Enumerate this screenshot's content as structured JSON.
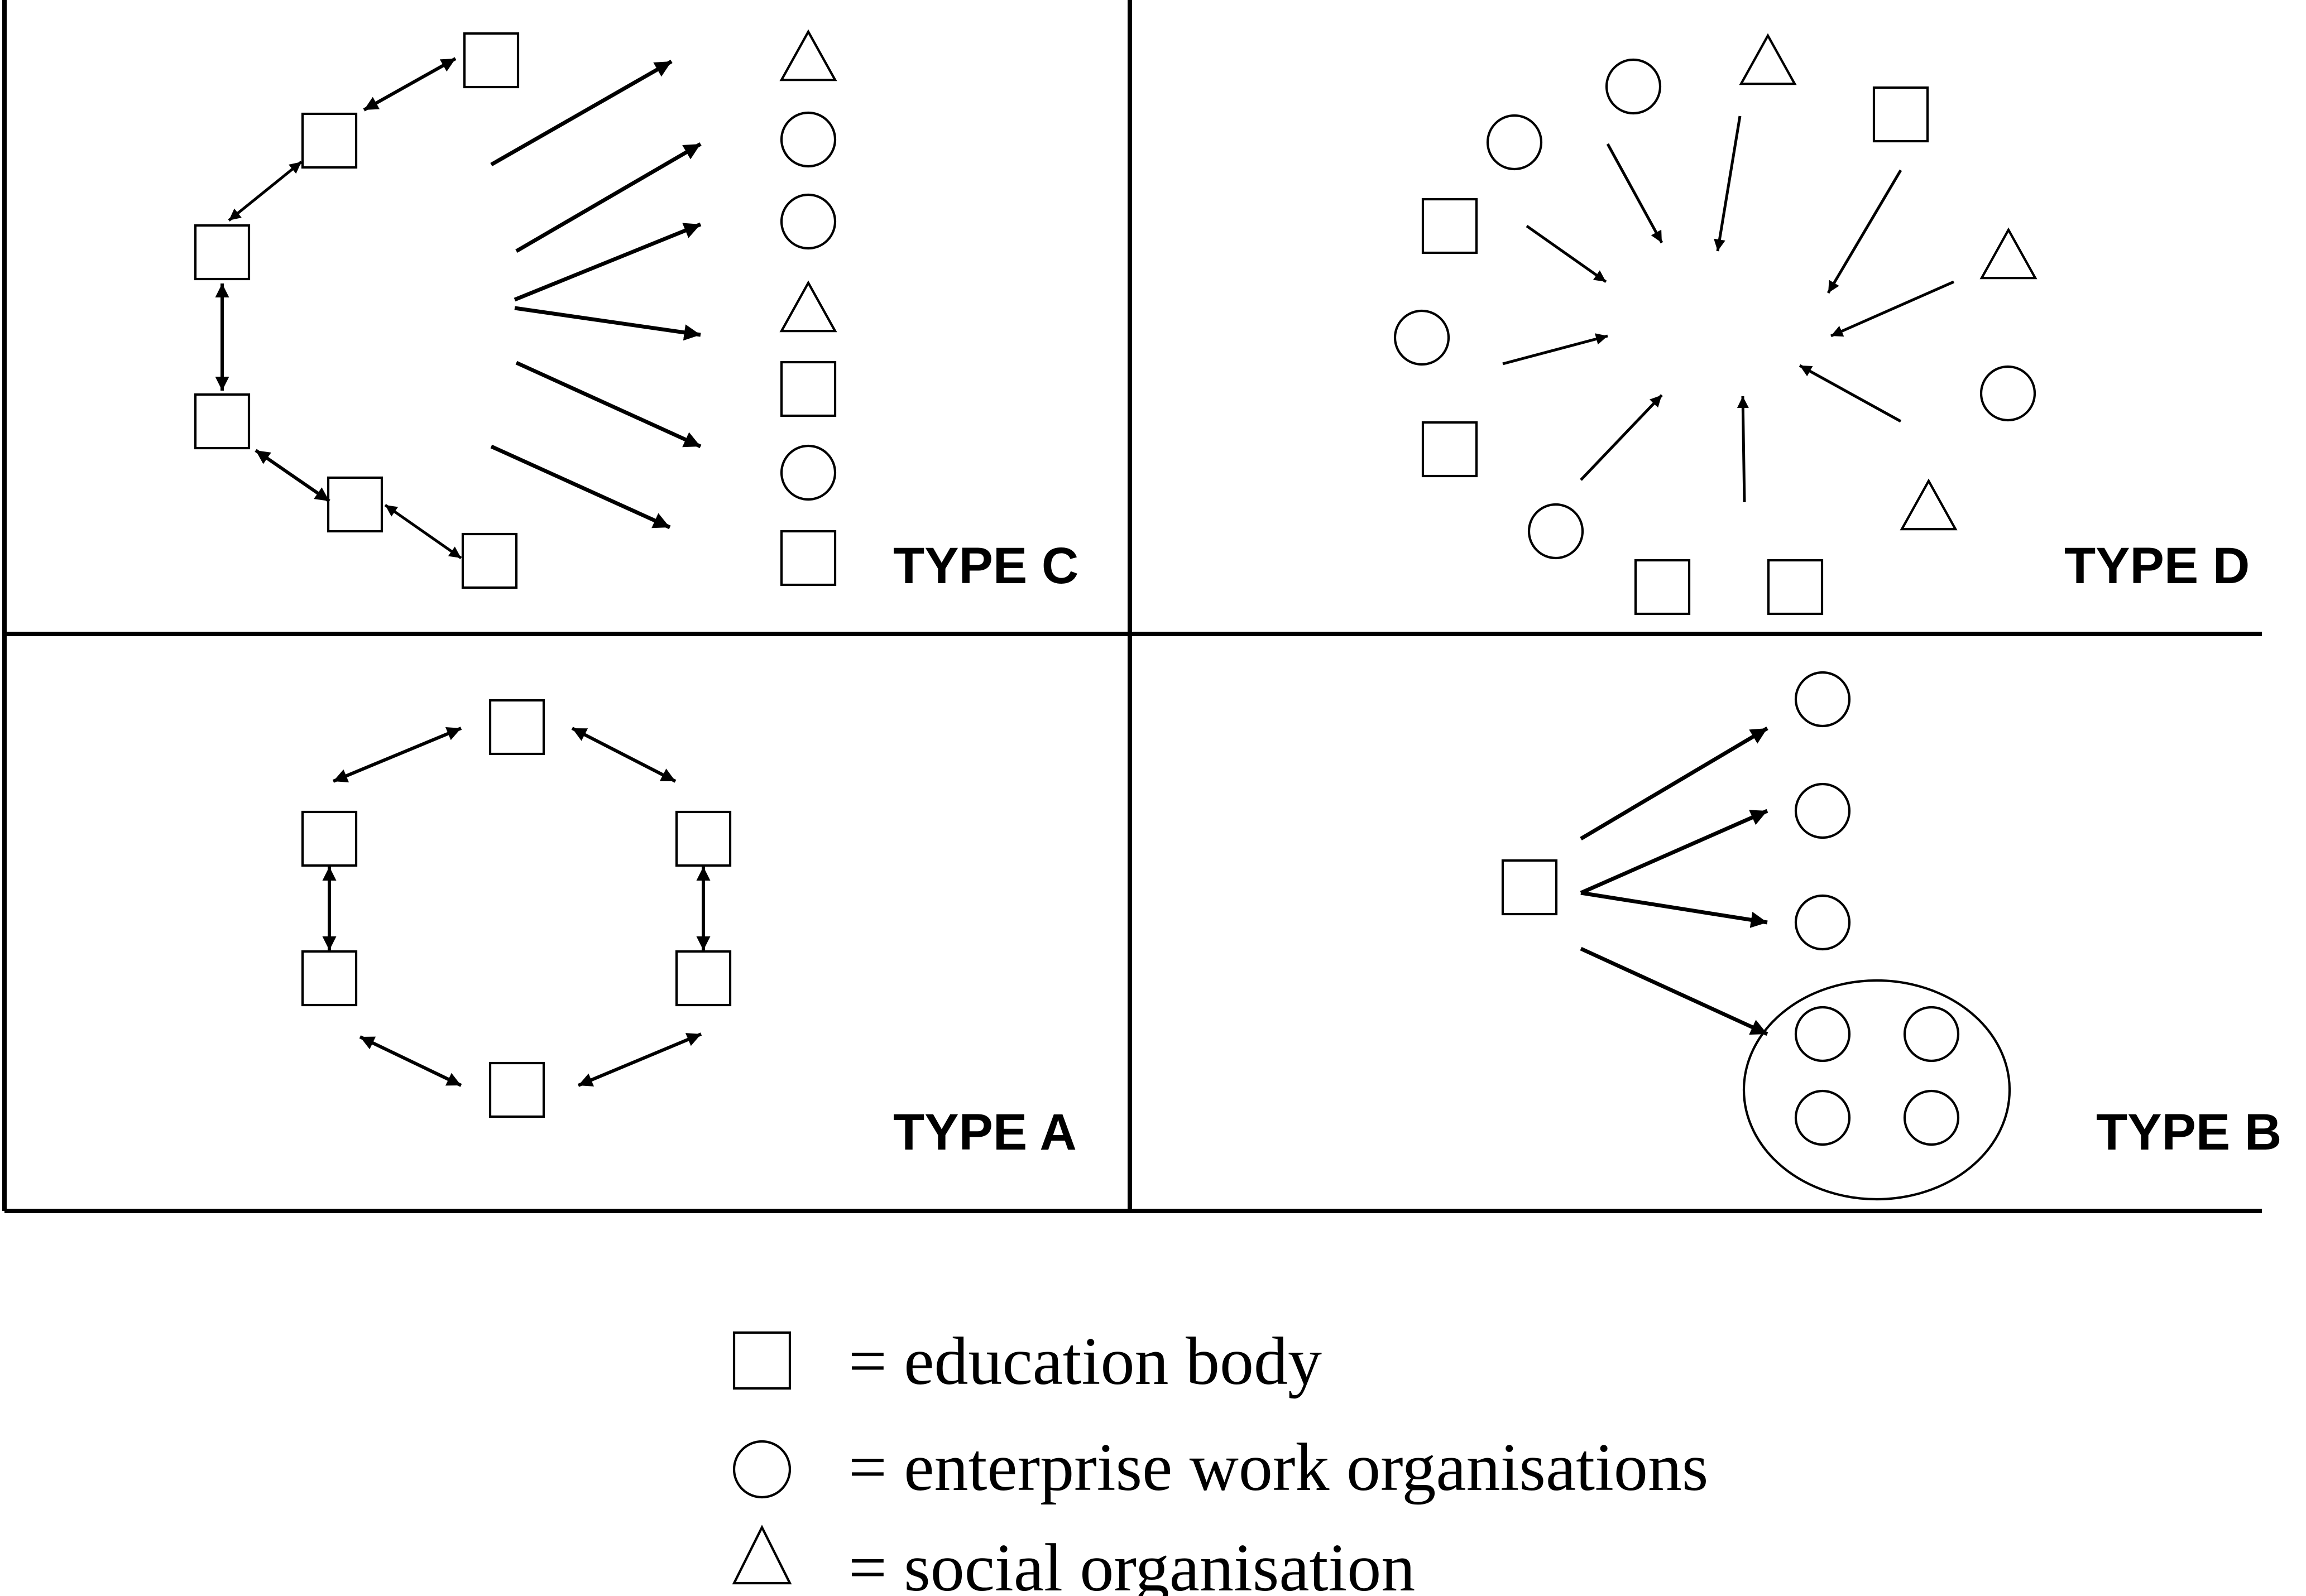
{
  "panels": {
    "type_c": {
      "label": "TYPE C"
    },
    "type_d": {
      "label": "TYPE D"
    },
    "type_a": {
      "label": "TYPE A"
    },
    "type_b": {
      "label": "TYPE B"
    }
  },
  "legend": {
    "items": [
      {
        "symbol": "square",
        "text": "= education body"
      },
      {
        "symbol": "circle",
        "text": "= enterprise work organisations"
      },
      {
        "symbol": "triangle",
        "text": "= social organisation"
      }
    ]
  },
  "colors": {
    "stroke": "#000000",
    "background": "#ffffff"
  }
}
